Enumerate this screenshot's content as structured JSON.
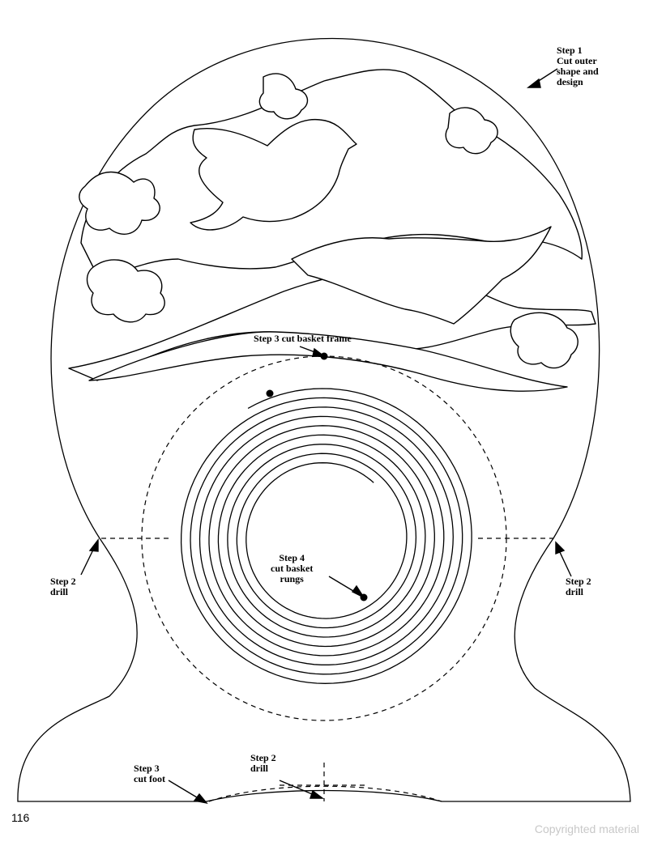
{
  "labels": {
    "step1": "Step 1\nCut outer\nshape and\ndesign",
    "step3_frame": "Step 3 cut basket frame",
    "step4": "Step 4\ncut basket\nrungs",
    "step2_left": "Step 2\ndrill",
    "step2_right": "Step 2\ndrill",
    "step3_foot": "Step 3\ncut foot",
    "step2_bottom": "Step 2\ndrill"
  },
  "page_number": "116",
  "copyright": "Copyrighted material"
}
